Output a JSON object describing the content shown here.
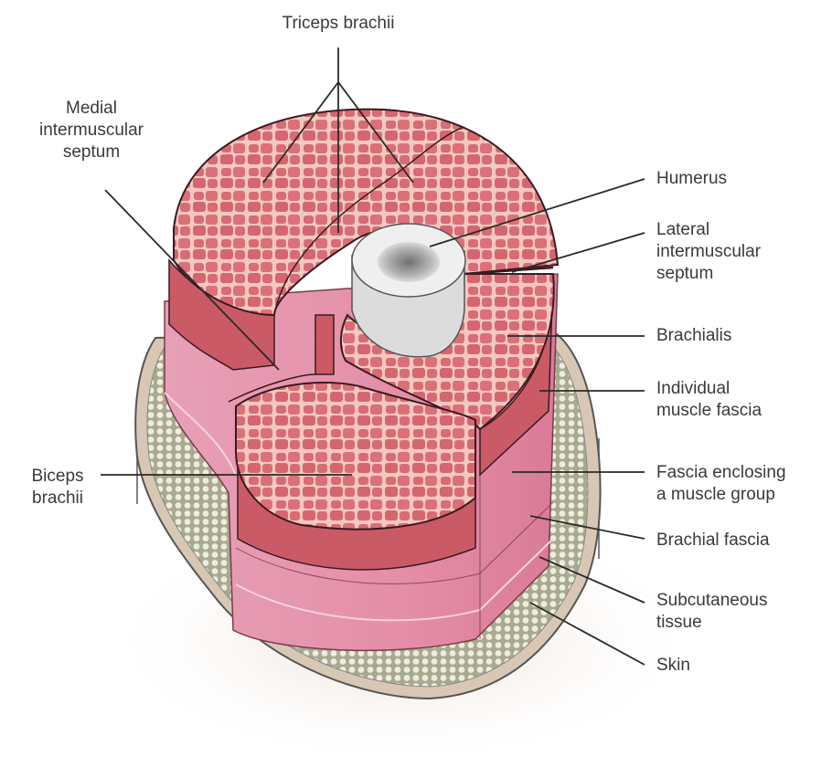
{
  "labels": {
    "triceps_brachii": [
      "Triceps brachii"
    ],
    "medial_septum": [
      "Medial",
      "intermuscular",
      "septum"
    ],
    "humerus": [
      "Humerus"
    ],
    "lateral_septum": [
      "Lateral",
      "intermuscular",
      "septum"
    ],
    "brachialis": [
      "Brachialis"
    ],
    "individual_fascia": [
      "Individual",
      "muscle fascia"
    ],
    "group_fascia": [
      "Fascia enclosing",
      "a muscle group"
    ],
    "brachial_fascia": [
      "Brachial fascia"
    ],
    "subcutaneous": [
      "Subcutaneous",
      "tissue"
    ],
    "skin": [
      "Skin"
    ],
    "biceps_brachii": [
      "Biceps",
      "brachii"
    ]
  },
  "colors": {
    "muscle": "#d86b75",
    "muscle_fiber_net": "#f2c8bf",
    "muscle_side": "#c95a66",
    "fascia_side": "#e58ea8",
    "subcutaneous_fat": "#dcdcc4",
    "skin": "#d8c7b4",
    "bone": "#e8e8e8",
    "marrow": "#8a8a8a",
    "leader_line": "#2a2a2a"
  }
}
